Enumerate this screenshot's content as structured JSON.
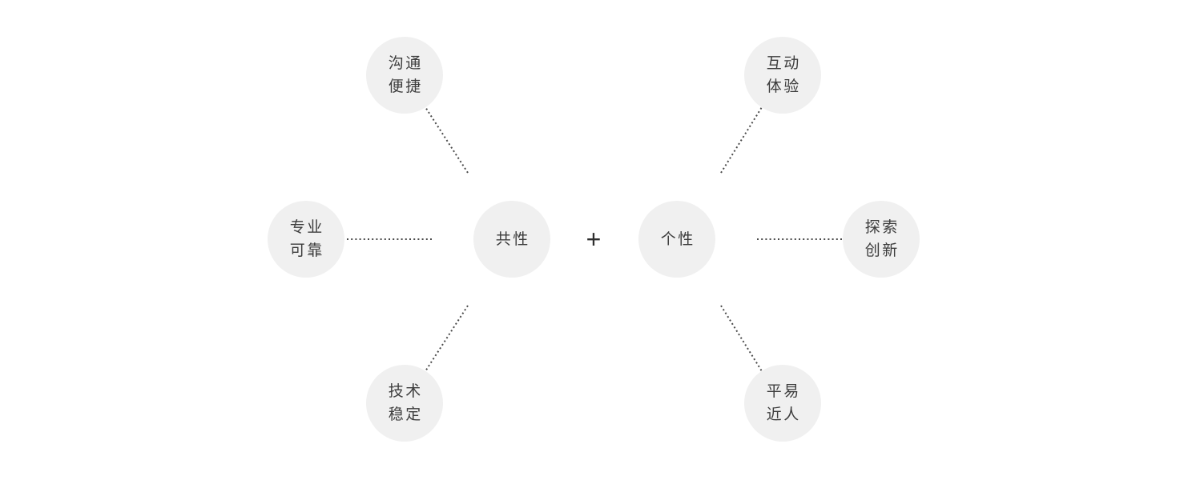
{
  "diagram": {
    "left_cluster": {
      "center": {
        "label": "共性"
      },
      "satellites": [
        {
          "label": "沟通\n便捷",
          "position": "top"
        },
        {
          "label": "专业\n可靠",
          "position": "left"
        },
        {
          "label": "技术\n稳定",
          "position": "bottom"
        }
      ]
    },
    "operator": "+",
    "right_cluster": {
      "center": {
        "label": "个性"
      },
      "satellites": [
        {
          "label": "互动\n体验",
          "position": "top"
        },
        {
          "label": "探索\n创新",
          "position": "right"
        },
        {
          "label": "平易\n近人",
          "position": "bottom"
        }
      ]
    },
    "connections": [
      {
        "from": "共性",
        "to": "沟通便捷",
        "style": "dotted"
      },
      {
        "from": "共性",
        "to": "专业可靠",
        "style": "dotted"
      },
      {
        "from": "共性",
        "to": "技术稳定",
        "style": "dotted"
      },
      {
        "from": "个性",
        "to": "互动体验",
        "style": "dotted"
      },
      {
        "from": "个性",
        "to": "探索创新",
        "style": "dotted"
      },
      {
        "from": "个性",
        "to": "平易近人",
        "style": "dotted"
      }
    ],
    "colors": {
      "circle_fill": "#f0f0f0",
      "label_text": "#3d3d3d",
      "connector": "#4a4a4a",
      "background": "#ffffff"
    }
  }
}
